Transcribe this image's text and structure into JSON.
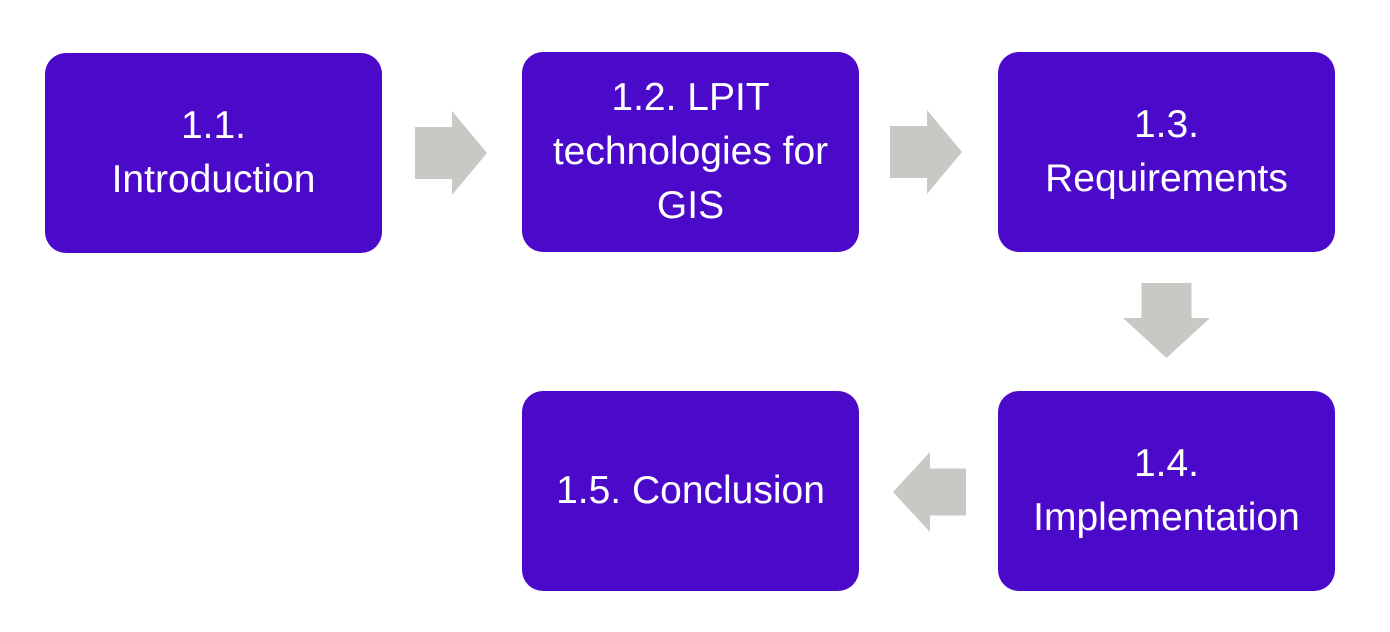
{
  "diagram": {
    "type": "process-flow",
    "colors": {
      "node_fill": "#4B0AC9",
      "node_text": "#FFFFFF",
      "arrow_fill": "#C8C8C4",
      "background": "#FFFFFF"
    },
    "boxes": [
      {
        "id": "1.1",
        "label": "1.1.\nIntroduction"
      },
      {
        "id": "1.2",
        "label": "1.2. LPIT\ntechnologies for\nGIS"
      },
      {
        "id": "1.3",
        "label": "1.3.\nRequirements"
      },
      {
        "id": "1.4",
        "label": "1.4.\nImplementation"
      },
      {
        "id": "1.5",
        "label": "1.5. Conclusion"
      }
    ],
    "arrows": [
      {
        "from": "1.1",
        "to": "1.2",
        "direction": "right"
      },
      {
        "from": "1.2",
        "to": "1.3",
        "direction": "right"
      },
      {
        "from": "1.3",
        "to": "1.4",
        "direction": "down"
      },
      {
        "from": "1.4",
        "to": "1.5",
        "direction": "left"
      }
    ]
  }
}
